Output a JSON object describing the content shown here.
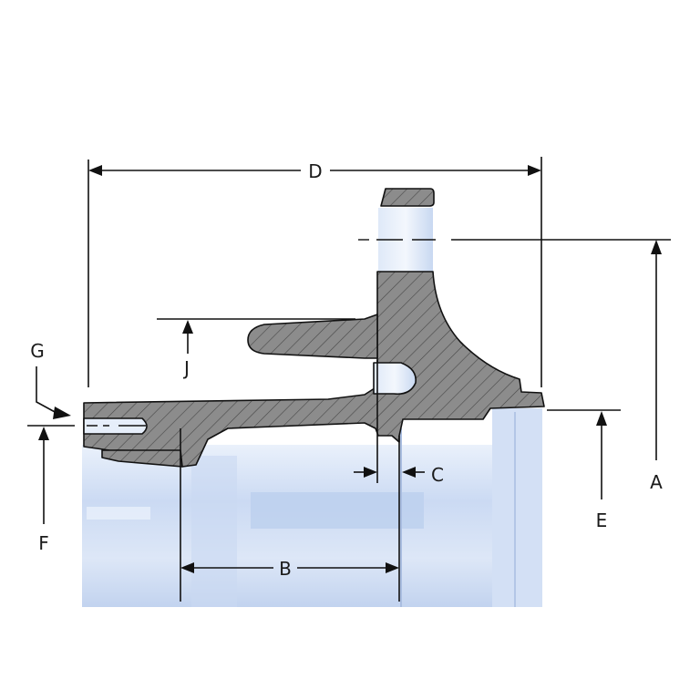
{
  "diagram": {
    "labels": {
      "A": "A",
      "B": "B",
      "C": "C",
      "D": "D",
      "E": "E",
      "F": "F",
      "G": "G",
      "J": "J"
    },
    "colors": {
      "body_light": "#dce8f8",
      "body_mid": "#b9cdef",
      "section_fill": "#8a8a8a",
      "hatch": "#4a4a4a",
      "line": "#111111"
    }
  }
}
